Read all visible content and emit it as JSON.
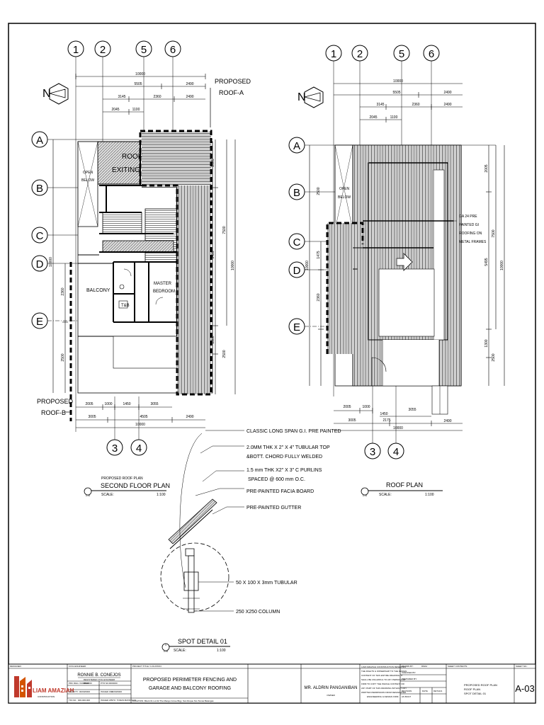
{
  "colors": {
    "line": "#000000",
    "brand_red": "#c0392b",
    "brand_orange": "#d35400"
  },
  "grid": {
    "one": "1",
    "two": "2",
    "five": "5",
    "six": "6",
    "three": "3",
    "four": "4",
    "a": "A",
    "b": "B",
    "c": "C",
    "d": "D",
    "e": "E"
  },
  "north_label": "N",
  "plan1": {
    "roof_a": [
      "PROPOSED",
      "ROOF-A"
    ],
    "roof_b": [
      "PROPOSED",
      "ROOF-B"
    ],
    "roof_existing": [
      "ROOF",
      "EXITING"
    ],
    "open_below": [
      "OPEN",
      "BELOW"
    ],
    "balcony": "BALCONY",
    "master_bedroom": [
      "MASTER",
      "BEDROOM"
    ],
    "tb": "T&B",
    "dims_top": {
      "overall": "10000",
      "d5505": "5505",
      "d2490": "2490",
      "d3145": "3145",
      "d2360": "2360",
      "d2490b": "2490",
      "d2045": "2045",
      "d1100": "1100"
    },
    "dims_right": {
      "d2005": "2005",
      "d7500": "7500",
      "d10000": "10000",
      "d5495": "5495",
      "d1300": "1300",
      "d2500": "2500"
    },
    "dims_left": {
      "d2360": "2360",
      "d2500": "2500",
      "d10000": "10000"
    },
    "dims_bottom": {
      "d2005": "2005",
      "d1000": "1000",
      "d1450": "1450",
      "d3055": "3055",
      "d3005": "3005",
      "d4505": "4505",
      "d2490": "2490",
      "overall": "10000"
    }
  },
  "plan2": {
    "open_below": [
      "OPEN",
      "BELOW"
    ],
    "roofing_note": [
      "GA 24 PRE",
      "PAINTED GI",
      "ROOFING ON",
      "METAL FRAMES"
    ],
    "dims_top": {
      "overall": "10000",
      "d5505": "5505",
      "d2490": "2490",
      "d3145": "3145",
      "d2360": "2360",
      "d2490b": "2490",
      "d2045": "2045",
      "d1100": "1100"
    },
    "dims_right": {
      "d2005": "2005",
      "d7500": "7500",
      "d10000": "10000",
      "d5495": "5495",
      "d1300": "1300",
      "d2500": "2500"
    },
    "dims_left": {
      "d2500": "2500",
      "d1475": "1475",
      "d10000": "10000",
      "d2360": "2360"
    },
    "dims_bottom": {
      "d2005": "2005",
      "d1000": "1000",
      "d1450": "1450",
      "d3055": "3055",
      "d3005": "3005",
      "d2175": "2175",
      "d2490": "2490",
      "overall": "10000"
    }
  },
  "titles": {
    "second_floor": {
      "small": "PROPOSED ROOF PLAN",
      "main": "SECOND FLOOR PLAN",
      "num": "A-01",
      "scale_label": "SCALE:",
      "scale": "1:100"
    },
    "roof_plan": {
      "main": "ROOF PLAN",
      "num": "A-01",
      "scale_label": "SCALE:",
      "scale": "1:100"
    },
    "spot": {
      "main": "SPOT DETAIL 01",
      "num": "A-01",
      "scale_label": "SCALE:",
      "scale": "1:100",
      "badge": "1"
    }
  },
  "detail_notes": [
    "CLASSIC LONG SPAN G.I. PRE PAINTED",
    "2.0MM THK X 2\" X 4\" TUBULAR TOP",
    "&BOTT. CHORD FULLY WELDED",
    "1.5 mm THK X2\" X 3\" C PURLINS",
    "SPACED @ 600 mm O.C.",
    "PRE-PAINTED FACIA BOARD",
    "PRE-PAINTED GUTTER",
    "50 X 100 X 3mm  TUBULAR",
    "250 X250 COLUMN"
  ],
  "title_block": {
    "designer_label": "DESIGNER:",
    "logo_name": "LIAM AMAZIAH",
    "logo_sub": "CONSTRUCTION",
    "civil_engineer_label": "CIVIL ENGINEER:",
    "engineer_name": "RONNIE B. CONEJOS",
    "engineer_title": "REGISTERED CIVIL ENGINEER",
    "prc_label": "PRC REG. NUMBER:",
    "prc_value": "0000000",
    "ptr_label": "PTR NO.:",
    "ptr_value": "0000000",
    "validity_label": "VALIDITY:",
    "validity_value": "00/00/0000",
    "issued_label": "ISSUED ON:",
    "issued_value": "00/00/0000",
    "tin_label": "TIN NO.:",
    "tin_value": "000-000-000",
    "issued_at_label": "ISSUED AT:",
    "issued_at_value": "STO. TOMAS BATANGAS",
    "project_label": "PROJECT TITLE / LOCATION:",
    "project_line1": "PROPOSED PERIMETER FENCING AND",
    "project_line2": "GARAGE AND BALCONY ROOFING",
    "location_label": "LOCATION:",
    "location_value": "Block 01 Lot 02 The Mango Grove Brgy. San Roque Sto.Tomas Batangas",
    "owner_name": "MR. ALDRIN PANGANIBAN",
    "owner_label": "OWNER",
    "notice_lines": [
      "LIAM AMAZIAH CONSTRUCTION RESERVES",
      "THE RIGHTS & OWNERSHIP TO THE DESIGN",
      "CONTENT OF THIS ENTIRE DRAWING. IT",
      "SHALL BE UNLAWFUL TO ANY PERSON OR",
      "FIRM TO COPY THE WHOLE CONTENT OR",
      "ANY PART OF THIS DRAWING WITHOUT ANY",
      "WRITTEN PERMISSION FROM DESIGNATED",
      "ENGINEERING & DESIGN FIRM."
    ],
    "drawn_by_label": "DRAWN BY:",
    "drawn_by_value": "DMAJ",
    "checked_by_label": "CHECKED BY:",
    "prepared_by_label": "PREPARED BY:",
    "revision_label": "REVISION",
    "date_label": "DATE",
    "details_label": "DETAILS",
    "as_built_label": "AS BUILT",
    "sheet_contents_label": "SHEET CONTENTS:",
    "sheet_contents": [
      "PROPOSED ROOF PLAN",
      "ROOF PLAN",
      "SPOT DETAIL 01"
    ],
    "sheet_no_label": "SHEET NO.:",
    "sheet_no": "A-03"
  }
}
